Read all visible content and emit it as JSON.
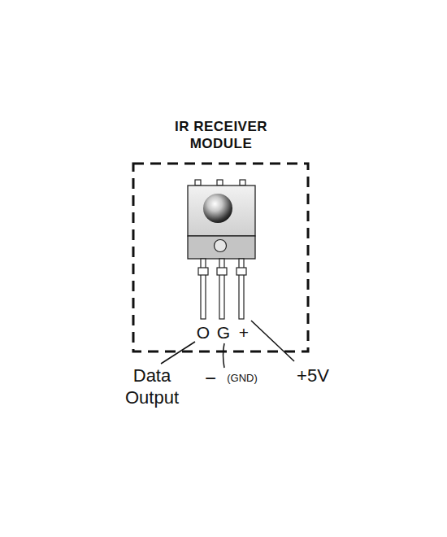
{
  "diagram": {
    "title": "IR RECEIVER MODULE",
    "labels": [
      "O",
      "G",
      "+",
      "Data Output",
      "−",
      "(GND)",
      "+5V"
    ]
  }
}
